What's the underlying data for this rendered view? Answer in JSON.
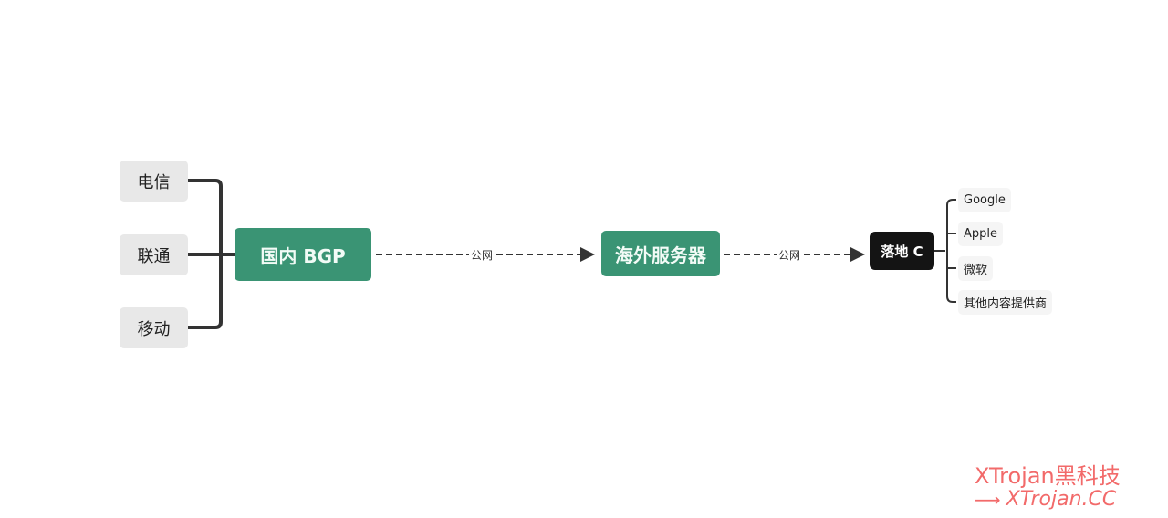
{
  "sources": [
    "电信",
    "联通",
    "移动"
  ],
  "nodes": {
    "bgp": "国内 BGP",
    "overseas": "海外服务器",
    "landing": "落地 C"
  },
  "edge_labels": [
    "公网",
    "公网"
  ],
  "providers": [
    "Google",
    "Apple",
    "微软",
    "其他内容提供商"
  ],
  "watermark": {
    "line1": "XTrojan黑科技",
    "line2": "XTrojan.CC"
  },
  "colors": {
    "green": "#3a9474",
    "black": "#141414",
    "watermark": "#f26a6a"
  }
}
